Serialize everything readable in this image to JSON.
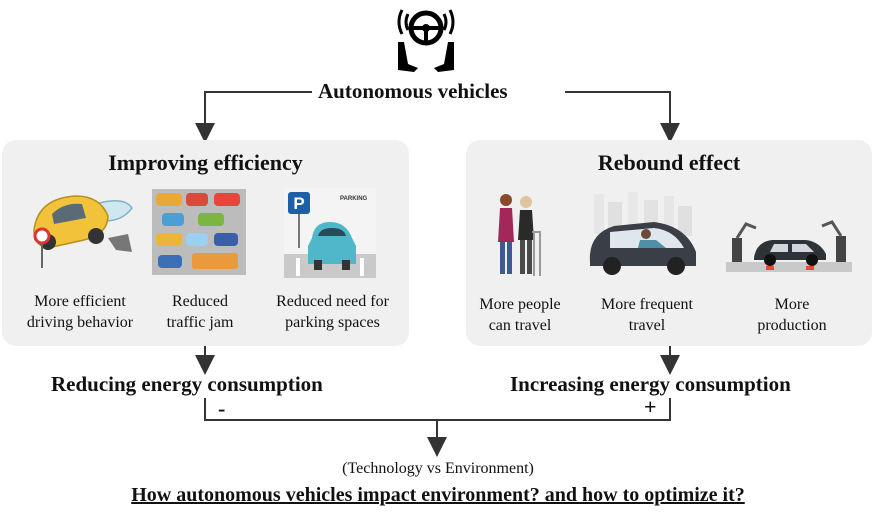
{
  "root": {
    "label": "Autonomous vehicles",
    "icon": "steering-wheel-hands-icon"
  },
  "left_panel": {
    "title": "Improving efficiency",
    "items": [
      {
        "line1": "More efficient",
        "line2": "driving behavior",
        "icon": "flying-car-icon"
      },
      {
        "line1": "Reduced",
        "line2": "traffic jam",
        "icon": "parking-lot-cars-icon"
      },
      {
        "line1": "Reduced need for",
        "line2": "parking spaces",
        "icon": "parked-car-icon"
      }
    ],
    "parking_sign": "P",
    "parking_text": "PARKING"
  },
  "right_panel": {
    "title": "Rebound effect",
    "items": [
      {
        "line1": "More people",
        "line2": "can travel",
        "icon": "elderly-people-icon"
      },
      {
        "line1": "More frequent",
        "line2": "travel",
        "icon": "self-driving-car-icon"
      },
      {
        "line1": "More",
        "line2": "production",
        "icon": "car-factory-icon"
      }
    ]
  },
  "outcomes": {
    "left": "Reducing energy consumption",
    "right": "Increasing energy consumption",
    "minus": "-",
    "plus": "+"
  },
  "footer": {
    "subtitle": "(Technology vs Environment)",
    "question": "How autonomous vehicles impact environment? and how to optimize it?"
  }
}
